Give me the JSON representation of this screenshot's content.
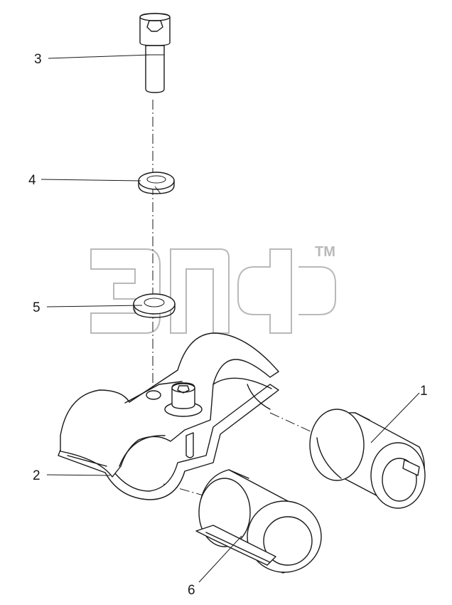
{
  "callouts": [
    {
      "label": "1",
      "part": "bushing"
    },
    {
      "label": "2",
      "part": "clamp"
    },
    {
      "label": "3",
      "part": "cap-screw"
    },
    {
      "label": "4",
      "part": "lock-washer"
    },
    {
      "label": "5",
      "part": "flat-washer"
    },
    {
      "label": "6",
      "part": "bushing"
    }
  ],
  "watermark": {
    "trademark": "TM"
  },
  "colors": {
    "ink": "#1a1a1a",
    "watermark": "#b9b9b9",
    "background": "#ffffff"
  }
}
